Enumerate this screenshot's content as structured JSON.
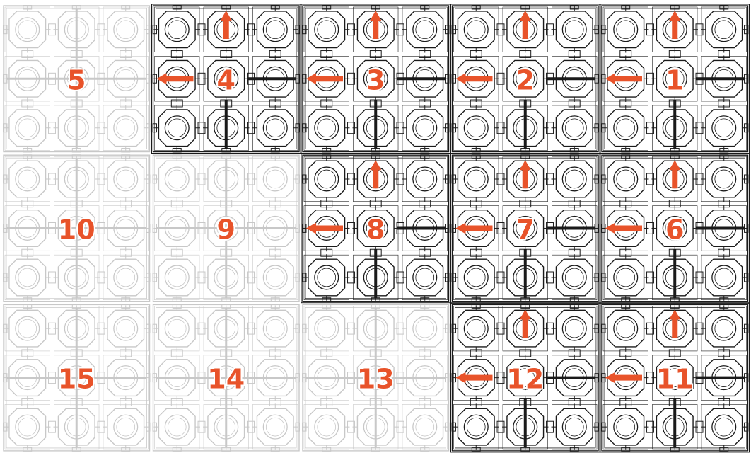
{
  "diagram": {
    "columns": 5,
    "rows": 3,
    "colors": {
      "background": "#ffffff",
      "installed_stroke": "#1a1a1a",
      "pending_stroke": "#c8c8c8",
      "label": "#e8532a",
      "arrow": "#e8532a"
    },
    "tiles": [
      {
        "label": "1",
        "row": 0,
        "col": 4,
        "state": "installed"
      },
      {
        "label": "2",
        "row": 0,
        "col": 3,
        "state": "installed"
      },
      {
        "label": "3",
        "row": 0,
        "col": 2,
        "state": "installed"
      },
      {
        "label": "4",
        "row": 0,
        "col": 1,
        "state": "installed"
      },
      {
        "label": "5",
        "row": 0,
        "col": 0,
        "state": "pending"
      },
      {
        "label": "6",
        "row": 1,
        "col": 4,
        "state": "installed"
      },
      {
        "label": "7",
        "row": 1,
        "col": 3,
        "state": "installed"
      },
      {
        "label": "8",
        "row": 1,
        "col": 2,
        "state": "installed"
      },
      {
        "label": "9",
        "row": 1,
        "col": 1,
        "state": "pending"
      },
      {
        "label": "10",
        "row": 1,
        "col": 0,
        "state": "pending"
      },
      {
        "label": "11",
        "row": 2,
        "col": 4,
        "state": "installed"
      },
      {
        "label": "12",
        "row": 2,
        "col": 3,
        "state": "installed"
      },
      {
        "label": "13",
        "row": 2,
        "col": 2,
        "state": "pending"
      },
      {
        "label": "14",
        "row": 2,
        "col": 1,
        "state": "pending"
      },
      {
        "label": "15",
        "row": 2,
        "col": 0,
        "state": "pending"
      }
    ]
  }
}
